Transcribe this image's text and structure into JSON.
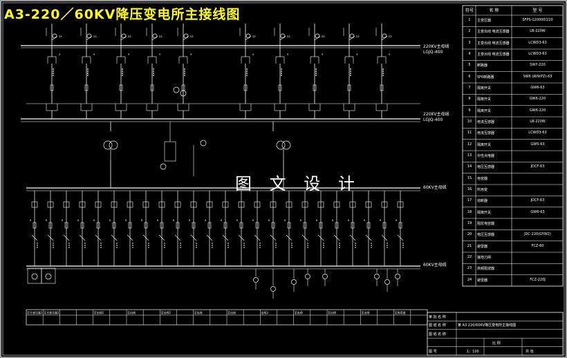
{
  "title": "A3-220／60KV降压变电所主接线图",
  "watermark": "图 文 设 计",
  "colors": {
    "background": "#000000",
    "lines": "#ffffff",
    "title": "#ffff00",
    "frame": "#ffffff"
  },
  "bus_labels": {
    "bus_220_top_name": "220KV主母线",
    "bus_220_top_conductor": "LGJQ-400",
    "bus_220_bottom_name": "220KV主母线",
    "bus_220_bottom_conductor": "LGJQ-400",
    "bus_60_top_name": "60KV主母线",
    "bus_60_bottom_name": "60KV主母线"
  },
  "equipment_table": {
    "headers": [
      "符号",
      "名 称",
      "型 号"
    ],
    "rows": [
      [
        "1",
        "主变压器",
        "SFPS-120000/220"
      ],
      [
        "2",
        "主变出线 电流互感器",
        "LB-220W"
      ],
      [
        "3",
        "主变出线 电流互感器",
        "LCWD3-63"
      ],
      [
        "4",
        "主变出线 电流互感器",
        "LCWD3-63"
      ],
      [
        "5",
        "断路器",
        "SW7-220"
      ],
      [
        "6",
        "SF6断路器",
        "SW6 LW9(PZ)-63"
      ],
      [
        "7",
        "隔离开关",
        "GW6-63"
      ],
      [
        "8",
        "隔离开关",
        "GW6-220"
      ],
      [
        "9",
        "隔离开关",
        "GW6-220"
      ],
      [
        "10",
        "电流互感器",
        "LB-220W"
      ],
      [
        "11",
        "电流互感器",
        "LCWD3-63"
      ],
      [
        "12",
        "隔离开关",
        "GW5-63"
      ],
      [
        "13",
        "中性点电器",
        ""
      ],
      [
        "14",
        "电压互感器",
        "JDCF-63"
      ],
      [
        "15",
        "电容器",
        ""
      ],
      [
        "16",
        "所用变",
        ""
      ],
      [
        "17",
        "熔断器",
        "JDCF-63"
      ],
      [
        "18",
        "隔离开关",
        "GW6-63"
      ],
      [
        "19",
        "阻抗电容器",
        ""
      ],
      [
        "20",
        "电压互感器",
        "JDC-220(GYW2)"
      ],
      [
        "21",
        "避雷器",
        "FCZ-60"
      ],
      [
        "22",
        "接地刀闸",
        ""
      ],
      [
        "23",
        "高频阻波器",
        ""
      ],
      [
        "24",
        "避雷器",
        "FCZ-220J"
      ]
    ]
  },
  "bay_labels": [
    "至主变压器1",
    "至主变压器2",
    "",
    "",
    "至出线1",
    "",
    "至出线",
    "",
    "至出线2",
    "",
    "至出线",
    "",
    "至出线",
    "",
    "出线3",
    "",
    "至出线",
    "",
    "至出线",
    "",
    "至出线",
    "",
    "至所用变",
    ""
  ],
  "title_block": {
    "row1_label": "审 批 名 称",
    "row2_label": "图 纸 名 称",
    "row2_value": "某 A3 220/60KV降压变电所主接线图",
    "row3_label": "图 纸 名 称",
    "row3_scale_label": "比 例",
    "row4_label": "图 号",
    "row4_scale": "1：100",
    "row4_sheet": "共  张"
  }
}
